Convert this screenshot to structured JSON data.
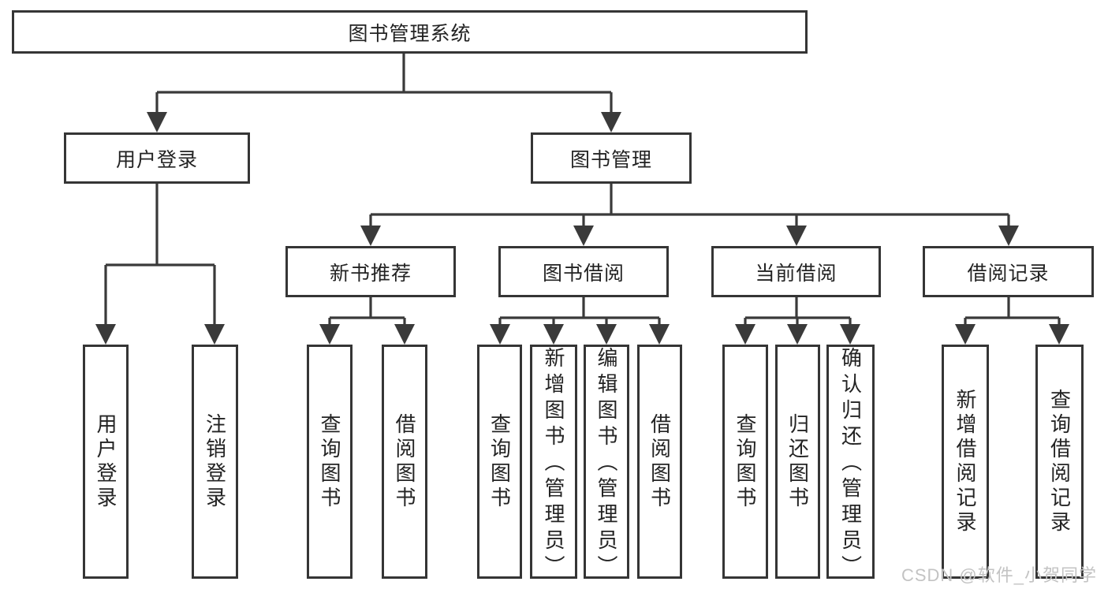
{
  "nodes": {
    "root": "图书管理系统",
    "user_login": "用户登录",
    "book_management": "图书管理",
    "new_book_recommend": "新书推荐",
    "book_borrow": "图书借阅",
    "current_borrow": "当前借阅",
    "borrow_records": "借阅记录",
    "leaf_user_login": "用户登录",
    "leaf_logout": "注销登录",
    "leaf_query_book_1": "查询图书",
    "leaf_borrow_book_1": "借阅图书",
    "leaf_query_book_2": "查询图书",
    "leaf_add_book": "新增图书（管理员）",
    "leaf_edit_book": "编辑图书（管理员）",
    "leaf_borrow_book_2": "借阅图书",
    "leaf_query_book_3": "查询图书",
    "leaf_return_book": "归还图书",
    "leaf_confirm_return": "确认归还（管理员）",
    "leaf_add_record": "新增借阅记录",
    "leaf_query_record": "查询借阅记录"
  },
  "edges": [
    {
      "from": "root",
      "to": "user_login"
    },
    {
      "from": "root",
      "to": "book_management"
    },
    {
      "from": "user_login",
      "to": "leaf_user_login"
    },
    {
      "from": "user_login",
      "to": "leaf_logout"
    },
    {
      "from": "book_management",
      "to": "new_book_recommend"
    },
    {
      "from": "book_management",
      "to": "book_borrow"
    },
    {
      "from": "book_management",
      "to": "current_borrow"
    },
    {
      "from": "book_management",
      "to": "borrow_records"
    },
    {
      "from": "new_book_recommend",
      "to": "leaf_query_book_1"
    },
    {
      "from": "new_book_recommend",
      "to": "leaf_borrow_book_1"
    },
    {
      "from": "book_borrow",
      "to": "leaf_query_book_2"
    },
    {
      "from": "book_borrow",
      "to": "leaf_add_book"
    },
    {
      "from": "book_borrow",
      "to": "leaf_edit_book"
    },
    {
      "from": "book_borrow",
      "to": "leaf_borrow_book_2"
    },
    {
      "from": "current_borrow",
      "to": "leaf_query_book_3"
    },
    {
      "from": "current_borrow",
      "to": "leaf_return_book"
    },
    {
      "from": "current_borrow",
      "to": "leaf_confirm_return"
    },
    {
      "from": "borrow_records",
      "to": "leaf_add_record"
    },
    {
      "from": "borrow_records",
      "to": "leaf_query_record"
    }
  ],
  "watermark": "CSDN @软件_小贺同学",
  "colors": {
    "line": "#3a3a3a",
    "box_border": "#353535",
    "text": "#232323",
    "watermark": "#c3c3c3",
    "background": "#ffffff"
  }
}
